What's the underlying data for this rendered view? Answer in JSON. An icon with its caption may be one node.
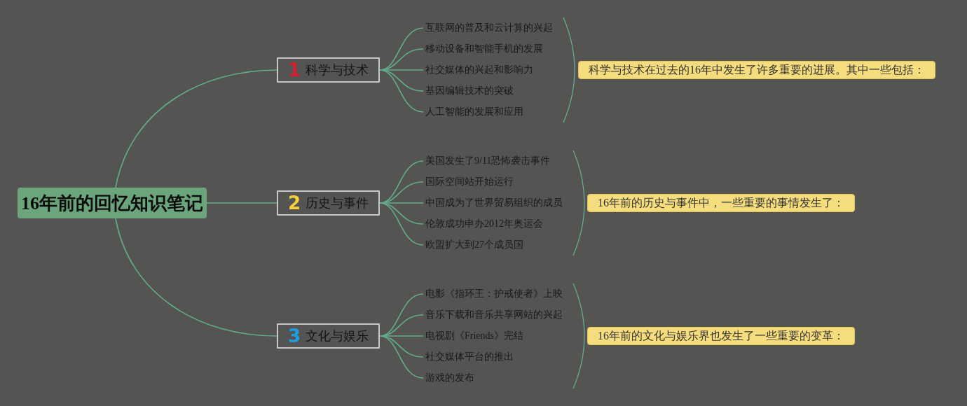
{
  "diagram": {
    "nodes": [
      {
        "text": [
          "16年前的回忆知识笔记"
        ]
      },
      {
        "text": [
          "1",
          "科学与技术"
        ]
      },
      {
        "text": [
          "互联网的普及和云计算的兴起"
        ]
      },
      {
        "text": [
          "移动设备和智能手机的发展"
        ]
      },
      {
        "text": [
          "社交媒体的兴起和影响力"
        ]
      },
      {
        "text": [
          "基因编辑技术的突破"
        ]
      },
      {
        "text": [
          "人工智能的发展和应用"
        ]
      },
      {
        "text": [
          "科学与技术在过去的16年中发生了许多重要的进展。其中一些包括："
        ]
      },
      {
        "text": [
          "2",
          "历史与事件"
        ]
      },
      {
        "text": [
          "美国发生了9/11恐怖袭击事件"
        ]
      },
      {
        "text": [
          "国际空间站开始运行"
        ]
      },
      {
        "text": [
          "中国成为了世界贸易组织的成员"
        ]
      },
      {
        "text": [
          "伦敦成功申办2012年奥运会"
        ]
      },
      {
        "text": [
          "欧盟扩大到27个成员国"
        ]
      },
      {
        "text": [
          "16年前的历史与事件中，一些重要的事情发生了："
        ]
      },
      {
        "text": [
          "3",
          "文化与娱乐"
        ]
      },
      {
        "text": [
          "电影《指环王：护戒使者》上映"
        ]
      },
      {
        "text": [
          "音乐下载和音乐共享网站的兴起"
        ]
      },
      {
        "text": [
          "电视剧《Friends》完结"
        ]
      },
      {
        "text": [
          "社交媒体平台的推出"
        ]
      },
      {
        "text": [
          "游戏的发布"
        ]
      },
      {
        "text": [
          "16年前的文化与娱乐界也发生了一些重要的变革："
        ]
      }
    ],
    "edges": [
      {
        "from": 0,
        "to": 1,
        "arrow": "none"
      },
      {
        "from": 0,
        "to": 8,
        "arrow": "none"
      },
      {
        "from": 0,
        "to": 15,
        "arrow": "none"
      },
      {
        "from": 1,
        "to": 2,
        "arrow": "none"
      },
      {
        "from": 1,
        "to": 3,
        "arrow": "none"
      },
      {
        "from": 1,
        "to": 4,
        "arrow": "none"
      },
      {
        "from": 1,
        "to": 5,
        "arrow": "none"
      },
      {
        "from": 1,
        "to": 6,
        "arrow": "none"
      },
      {
        "from": 8,
        "to": 9,
        "arrow": "none"
      },
      {
        "from": 8,
        "to": 10,
        "arrow": "none"
      },
      {
        "from": 8,
        "to": 11,
        "arrow": "none"
      },
      {
        "from": 8,
        "to": 12,
        "arrow": "none"
      },
      {
        "from": 8,
        "to": 13,
        "arrow": "none"
      },
      {
        "from": 15,
        "to": 16,
        "arrow": "none"
      },
      {
        "from": 15,
        "to": 17,
        "arrow": "none"
      },
      {
        "from": 15,
        "to": 18,
        "arrow": "none"
      },
      {
        "from": 15,
        "to": 19,
        "arrow": "none"
      },
      {
        "from": 15,
        "to": 20,
        "arrow": "none"
      }
    ]
  }
}
